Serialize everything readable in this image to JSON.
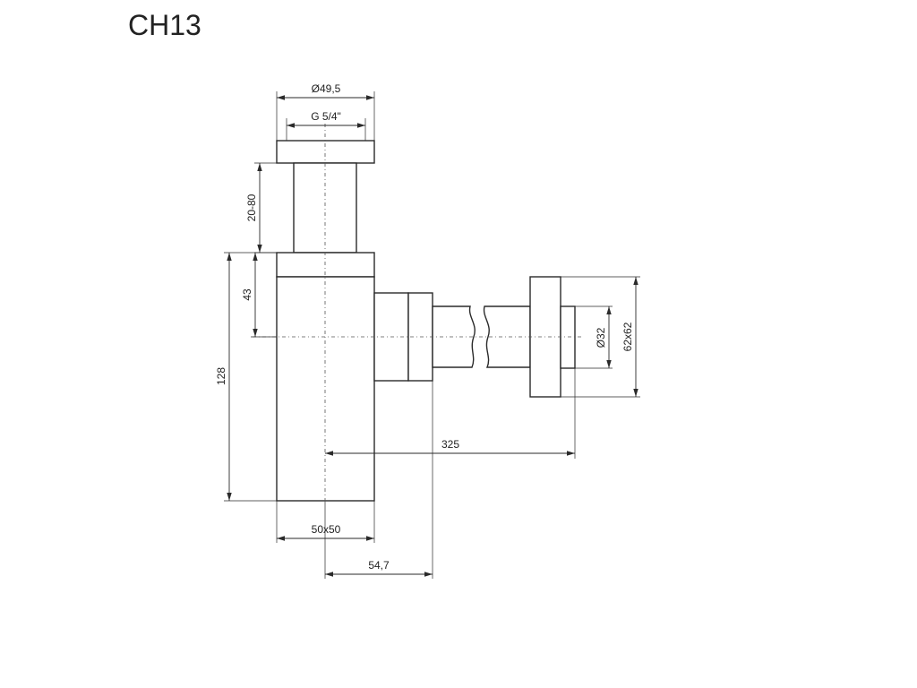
{
  "title": "CH13",
  "dimensions": {
    "top_diameter": "Ø49,5",
    "thread": "G 5/4\"",
    "height_adjust": "20-80",
    "outlet_offset": "43",
    "body_height": "128",
    "length": "325",
    "outlet_diameter": "Ø32",
    "flange": "62x62",
    "body_section": "50x50",
    "outlet_distance": "54,7"
  }
}
